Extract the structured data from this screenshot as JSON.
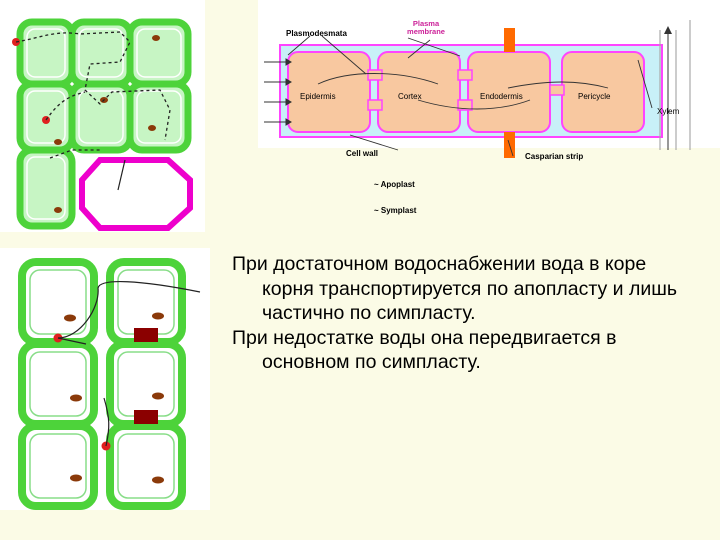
{
  "diagram": {
    "labels": {
      "plasmodesmata": "Plasmodesmata",
      "plasma_membrane": "Plasma\nmembrane",
      "epidermis": "Epidermis",
      "cortex": "Cortex",
      "endodermis": "Endodermis",
      "pericycle": "Pericycle",
      "xylem": "Xylem",
      "cell_wall": "Cell wall",
      "casparian_strip": "Casparian strip"
    },
    "legend": {
      "apoplast": "~ Apoplast",
      "symplast": "~ Symplast"
    },
    "colors": {
      "apoplast": "#c8f0f8",
      "symplast": "#f8c8a0",
      "membrane": "#ff44ff",
      "casparian": "#ff6a00",
      "cell_wall_green": "#4dd33a",
      "cytoplasm": "#c7f5c4",
      "nucleus": "#8b3a0a",
      "casparian_block": "#8b0000"
    }
  },
  "text": {
    "paragraph_1": "При достаточном водоснабжении вода в коре корня транспортируется по апопласту и лишь частично по симпласту.",
    "paragraph_2": "При недостатке воды она передвигается в основном по симпласту."
  }
}
